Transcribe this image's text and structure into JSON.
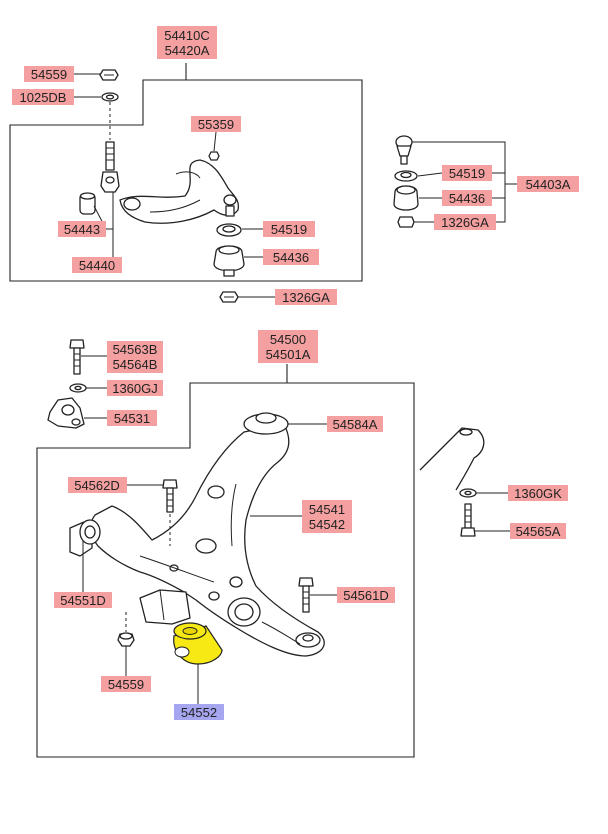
{
  "colors": {
    "label_fill": "#f4a0a0",
    "label_highlight_fill": "#a6a6f0",
    "bushing_fill": "#f7ea14",
    "line": "#222222"
  },
  "labels": {
    "l54410c": "54410C",
    "l54420a": "54420A",
    "l54559_top": "54559",
    "l1025db": "1025DB",
    "l55359": "55359",
    "l54443": "54443",
    "l54440": "54440",
    "l54519_top": "54519",
    "l54436_top": "54436",
    "l1326ga_mid": "1326GA",
    "l54519_right": "54519",
    "l54436_right": "54436",
    "l1326ga_right": "1326GA",
    "l54403a": "54403A",
    "l54500": "54500",
    "l54501a": "54501A",
    "l54563b": "54563B",
    "l54564b": "54564B",
    "l1360gj": "1360GJ",
    "l54531": "54531",
    "l54584a": "54584A",
    "l54562d": "54562D",
    "l54541": "54541",
    "l54542": "54542",
    "l54551d": "54551D",
    "l54561d": "54561D",
    "l54559_bottom": "54559",
    "l54552": "54552",
    "l1360gk": "1360GK",
    "l54565a": "54565A"
  }
}
